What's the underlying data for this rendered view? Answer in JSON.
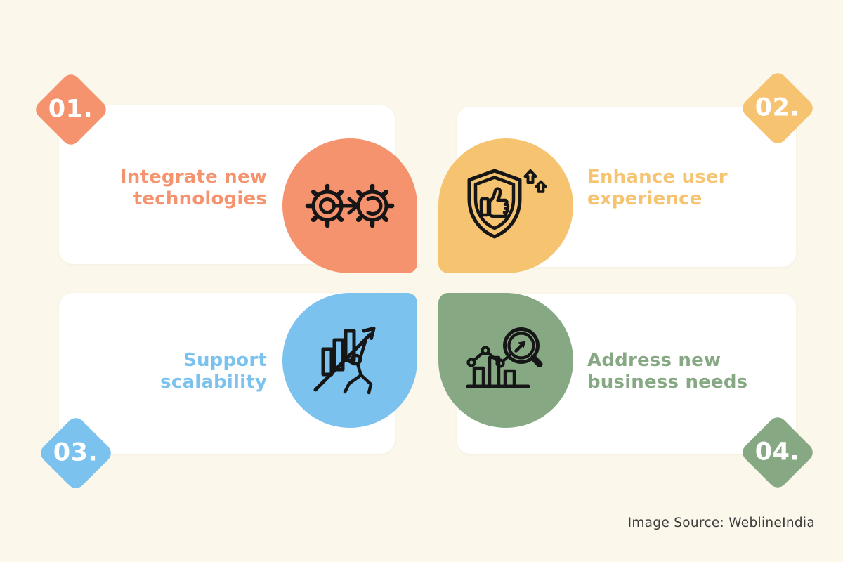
{
  "page": {
    "background": "#FBF7EB",
    "card_color": "#FFFFFF",
    "icon_ink": "#161616",
    "source_credit": "Image Source: WeblineIndia",
    "source_color": "#3C3C3C"
  },
  "quadrants": [
    {
      "number": "01.",
      "title_line1": "Integrate new",
      "title_line2": "technologies",
      "color": "#F5936E",
      "icon": "gears-integration-icon"
    },
    {
      "number": "02.",
      "title_line1": "Enhance user",
      "title_line2": "experience",
      "color": "#F6C471",
      "icon": "shield-thumbs-up-icon"
    },
    {
      "number": "03.",
      "title_line1": "Support",
      "title_line2": "scalability",
      "color": "#7BC2EE",
      "icon": "growth-arrow-person-icon"
    },
    {
      "number": "04.",
      "title_line1": "Address new",
      "title_line2": "business needs",
      "color": "#86A984",
      "icon": "chart-magnifier-icon"
    }
  ]
}
